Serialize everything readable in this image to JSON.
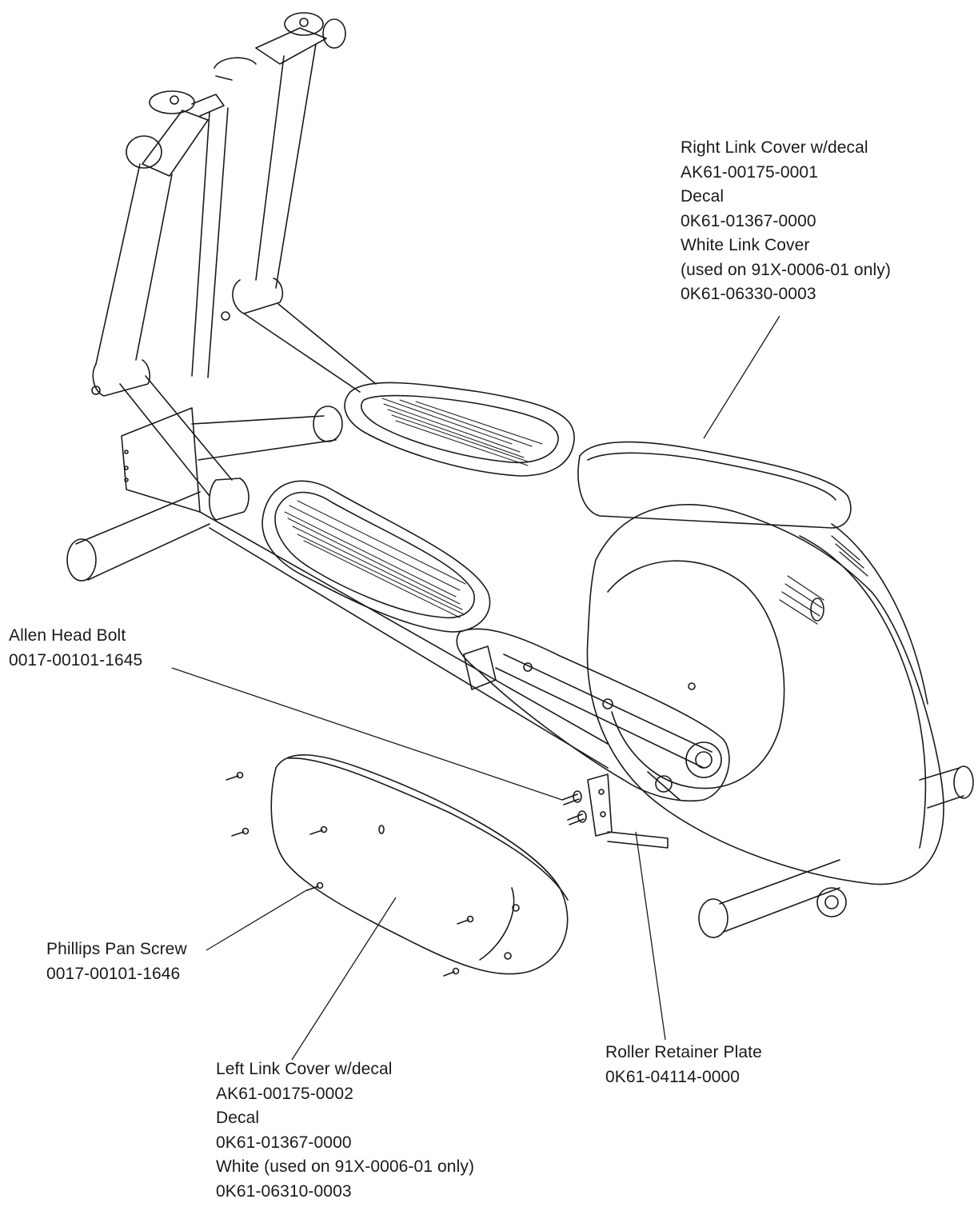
{
  "callouts": {
    "right_link_cover": {
      "lines": [
        "Right Link Cover w/decal",
        "AK61-00175-0001",
        "Decal",
        "0K61-01367-0000",
        "White Link Cover",
        "(used on 91X-0006-01 only)",
        "0K61-06330-0003"
      ]
    },
    "allen_head_bolt": {
      "lines": [
        "Allen Head Bolt",
        "0017-00101-1645"
      ]
    },
    "phillips_pan_screw": {
      "lines": [
        "Phillips Pan Screw",
        "0017-00101-1646"
      ]
    },
    "roller_retainer_plate": {
      "lines": [
        "Roller Retainer Plate",
        "0K61-04114-0000"
      ]
    },
    "left_link_cover": {
      "lines": [
        "Left Link Cover w/decal",
        "AK61-00175-0002",
        "Decal",
        "0K61-01367-0000",
        "White (used on 91X-0006-01 only)",
        "0K61-06310-0003"
      ]
    }
  },
  "colors": {
    "line": "#1a1a1a",
    "background": "#ffffff"
  }
}
